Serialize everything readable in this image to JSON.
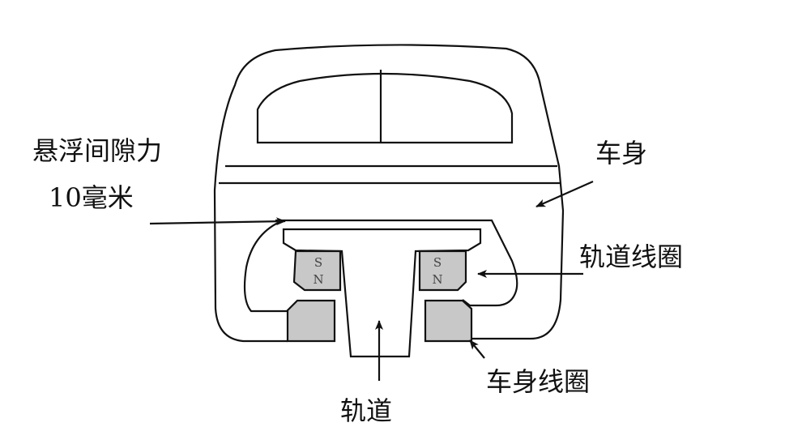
{
  "labels": {
    "gap_force": "悬浮间隙力",
    "gap_distance": "10毫米",
    "car_body": "车身",
    "track_coil": "轨道线圈",
    "body_coil": "车身线圈",
    "track": "轨道"
  },
  "magnet": {
    "top": "S",
    "bottom": "N"
  },
  "colors": {
    "magnet_fill": "#c8c8c8",
    "stroke": "#111111"
  }
}
